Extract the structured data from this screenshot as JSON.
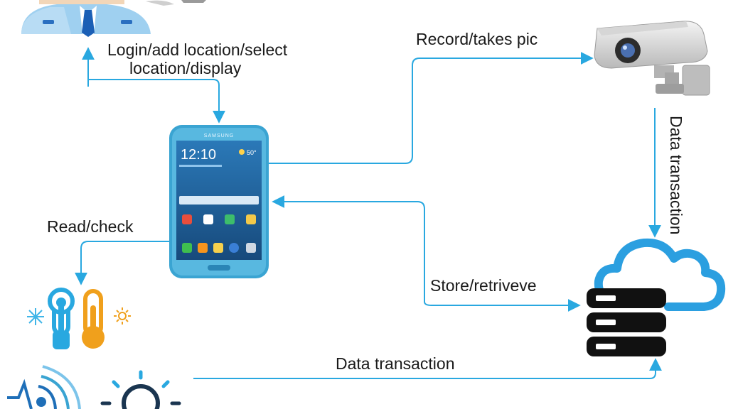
{
  "labels": {
    "login_line1": "Login/add location/select",
    "login_line2": "location/display",
    "record": "Record/takes pic",
    "read_check": "Read/check",
    "store": "Store/retriveve",
    "data_transaction_vertical": "Data transaction",
    "data_transaction_bottom": "Data transaction"
  },
  "phone": {
    "brand": "SAMSUNG",
    "time": "12:10",
    "temp": "50°"
  },
  "colors": {
    "arrow": "#29a8e0",
    "phone_body": "#3aa4d2",
    "phone_screen": "#2f6fa6",
    "cloud": "#2b9fe0",
    "server": "#111111",
    "thermo_blue": "#29a8e0",
    "thermo_orange": "#f0a01c",
    "user_shirt": "#9fd0f0",
    "user_tie": "#1b5fb5"
  },
  "icons": {
    "user": "user-icon",
    "camera": "cctv-camera-icon",
    "phone": "smartphone-icon",
    "thermometer": "thermometer-icon",
    "cloud_server": "cloud-server-icon",
    "sensor": "sensor-icon",
    "light": "light-bulb-icon"
  }
}
